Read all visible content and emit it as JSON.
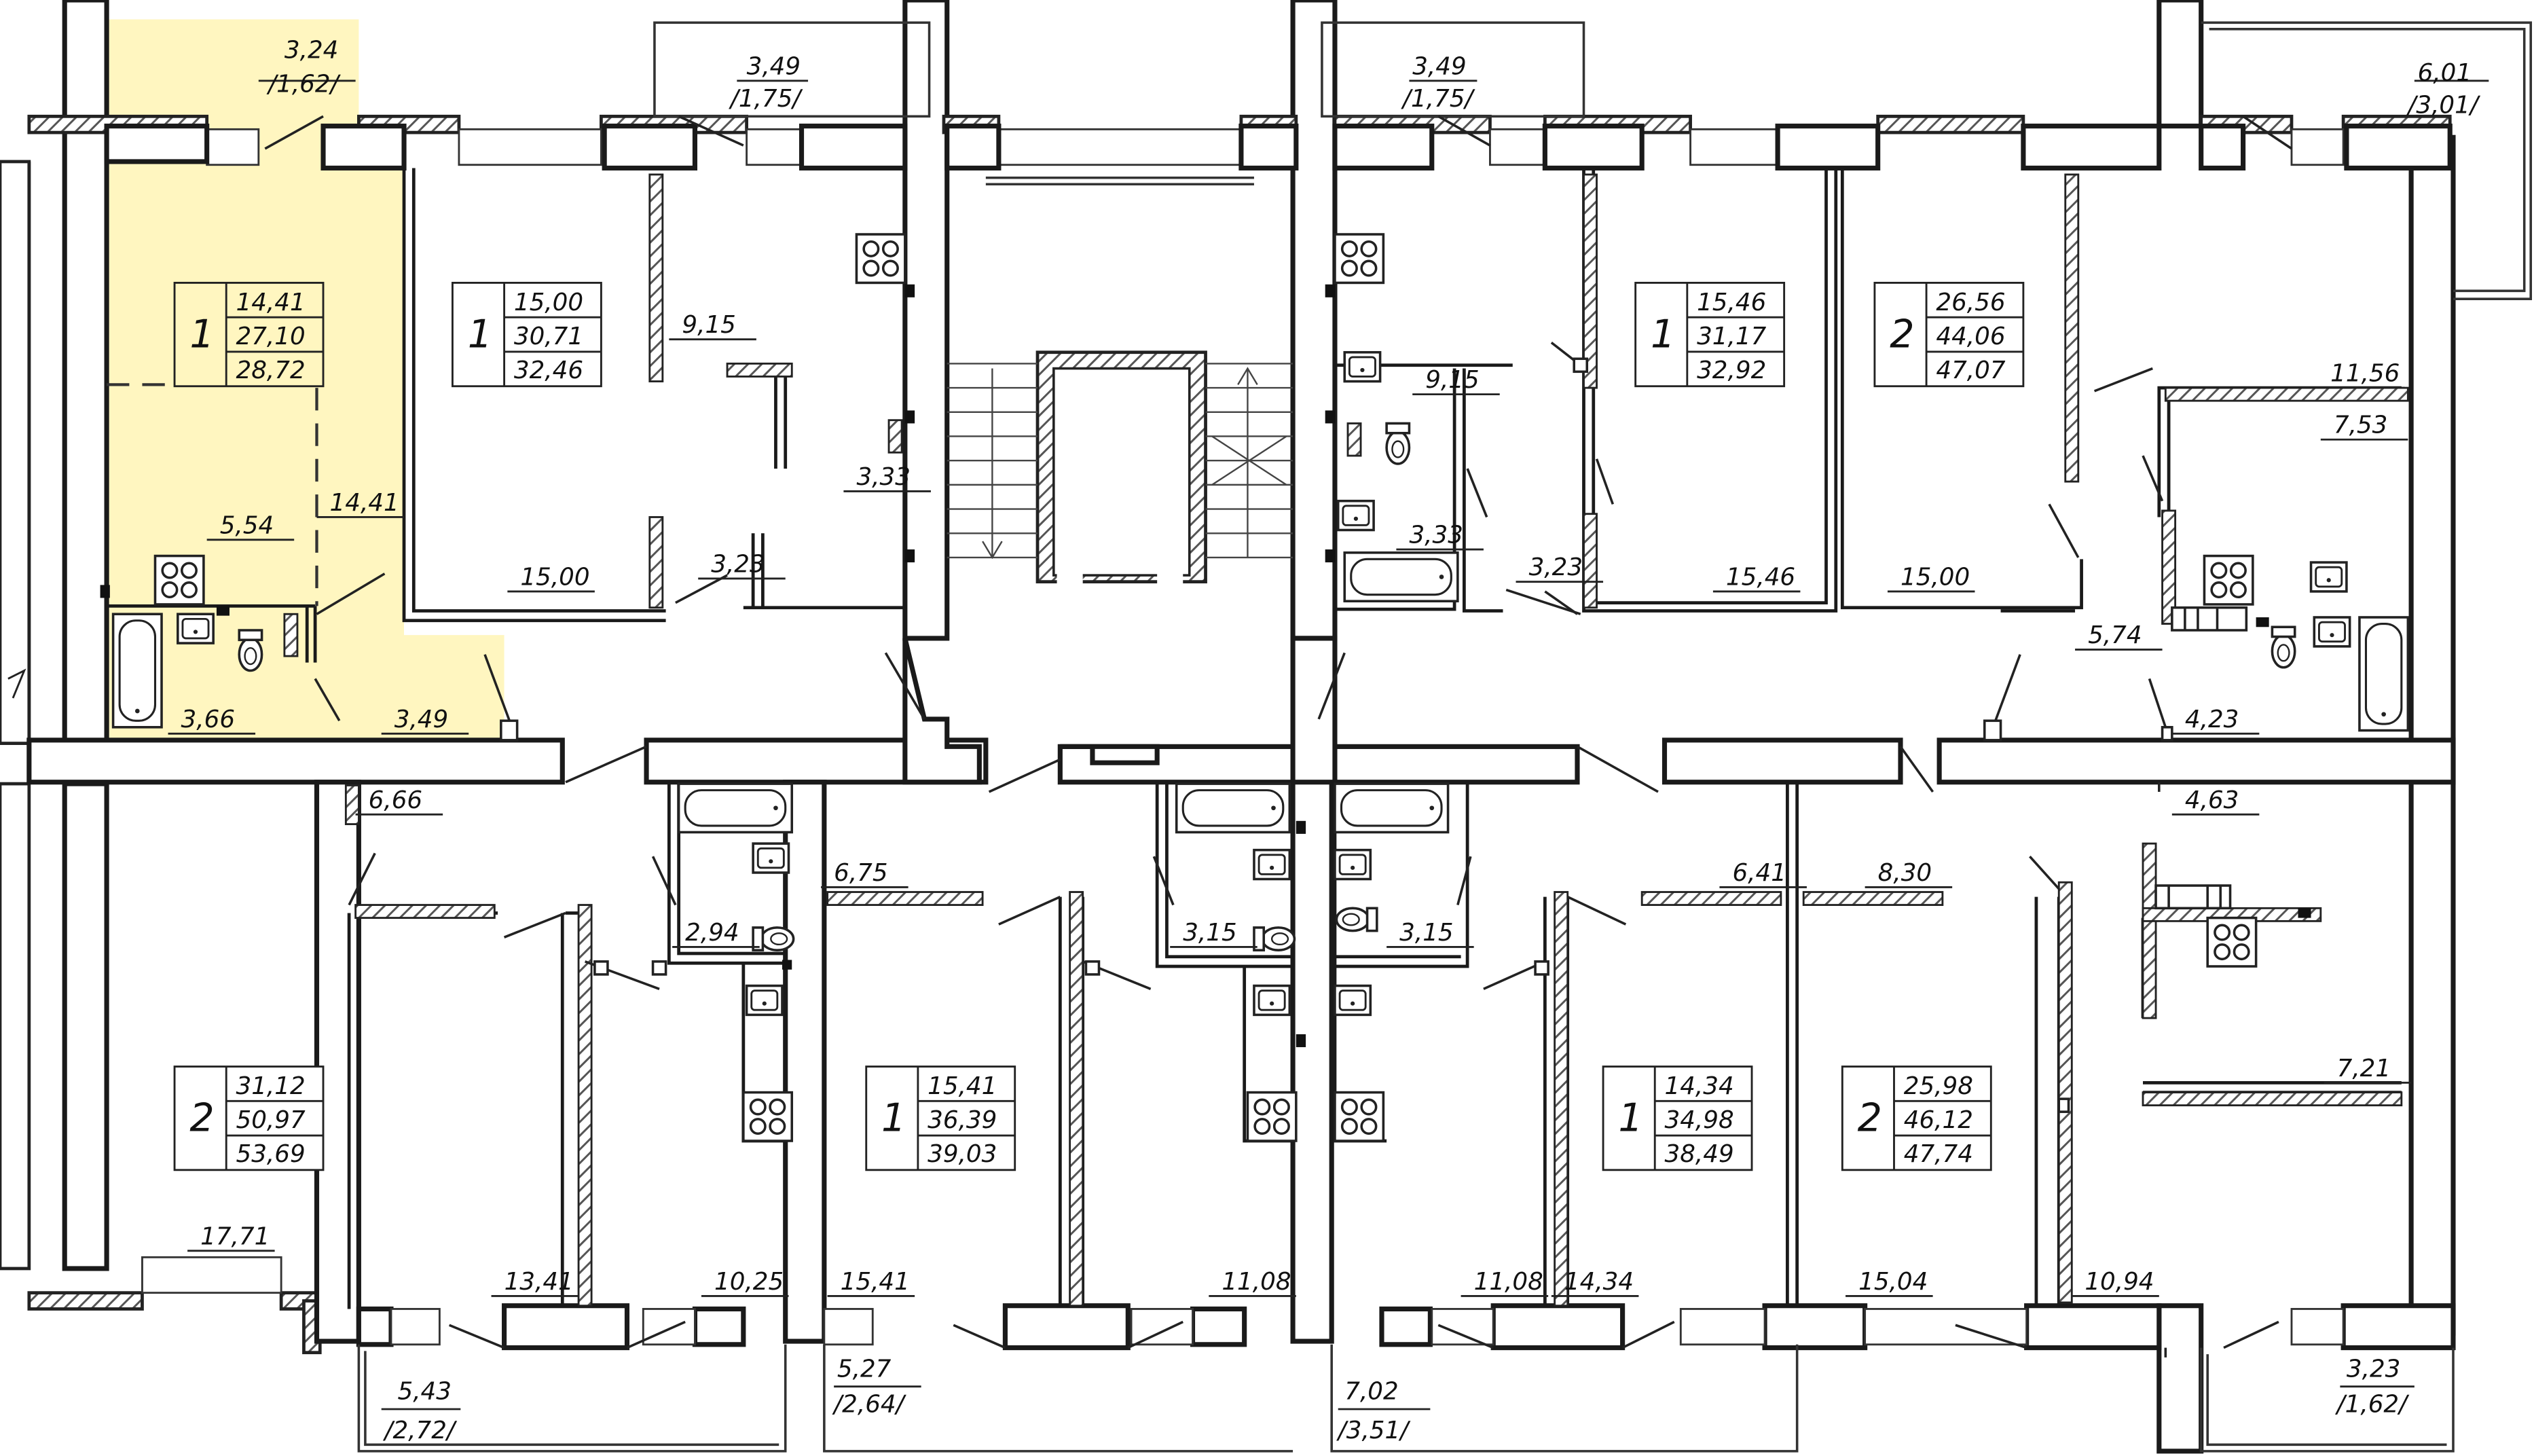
{
  "colors": {
    "highlight": "#FFF6C0",
    "wall": "#1a1a1a",
    "hatch": "#666666"
  },
  "apartments": [
    {
      "id": "top-left-1room",
      "rooms": "1",
      "living": "14,41",
      "total": "27,10",
      "total_with_balcony": "28,72",
      "highlighted": true
    },
    {
      "id": "top-1room-a",
      "rooms": "1",
      "living": "15,00",
      "total": "30,71",
      "total_with_balcony": "32,46",
      "highlighted": false
    },
    {
      "id": "top-1room-b",
      "rooms": "1",
      "living": "15,46",
      "total": "31,17",
      "total_with_balcony": "32,92",
      "highlighted": false
    },
    {
      "id": "top-right-2room",
      "rooms": "2",
      "living": "26,56",
      "total": "44,06",
      "total_with_balcony": "47,07",
      "highlighted": false
    },
    {
      "id": "bottom-left-2room",
      "rooms": "2",
      "living": "31,12",
      "total": "50,97",
      "total_with_balcony": "53,69",
      "highlighted": false
    },
    {
      "id": "bottom-1room-a",
      "rooms": "1",
      "living": "15,41",
      "total": "36,39",
      "total_with_balcony": "39,03",
      "highlighted": false
    },
    {
      "id": "bottom-1room-b",
      "rooms": "1",
      "living": "14,34",
      "total": "34,98",
      "total_with_balcony": "38,49",
      "highlighted": false
    },
    {
      "id": "bottom-right-2room",
      "rooms": "2",
      "living": "25,98",
      "total": "46,12",
      "total_with_balcony": "47,74",
      "highlighted": false
    }
  ],
  "balconies": [
    {
      "id": "balcony-top-1",
      "area": "3,24",
      "reduced": "/1,62/"
    },
    {
      "id": "balcony-top-2",
      "area": "3,49",
      "reduced": "/1,75/"
    },
    {
      "id": "balcony-top-3",
      "area": "3,49",
      "reduced": "/1,75/"
    },
    {
      "id": "balcony-top-4",
      "area": "6,01",
      "reduced": "/3,01/"
    },
    {
      "id": "balcony-bottom-1",
      "area": "5,43",
      "reduced": "/2,72/"
    },
    {
      "id": "balcony-bottom-2",
      "area": "5,27",
      "reduced": "/2,64/"
    },
    {
      "id": "balcony-bottom-3",
      "area": "7,02",
      "reduced": "/3,51/"
    },
    {
      "id": "balcony-bottom-4",
      "area": "3,23",
      "reduced": "/1,62/"
    }
  ],
  "room_areas": [
    {
      "id": "a1-kitchen",
      "value": "5,54"
    },
    {
      "id": "a1-room",
      "value": "14,41"
    },
    {
      "id": "a1-bath",
      "value": "3,66"
    },
    {
      "id": "a1-hall",
      "value": "3,49"
    },
    {
      "id": "a2-kitchen",
      "value": "9,15"
    },
    {
      "id": "a2-room",
      "value": "15,00"
    },
    {
      "id": "a2-hall",
      "value": "3,23"
    },
    {
      "id": "a2-bath",
      "value": "3,33"
    },
    {
      "id": "a3-kitchen",
      "value": "9,15"
    },
    {
      "id": "a3-bath",
      "value": "3,33"
    },
    {
      "id": "a3-hall",
      "value": "3,23"
    },
    {
      "id": "a3-room",
      "value": "15,46"
    },
    {
      "id": "a4-room-large",
      "value": "15,00"
    },
    {
      "id": "a4-kitchen",
      "value": "11,56"
    },
    {
      "id": "a4-room-small",
      "value": "7,53"
    },
    {
      "id": "a4-hall",
      "value": "5,74"
    },
    {
      "id": "a4-bath",
      "value": "4,23"
    },
    {
      "id": "b1-hall",
      "value": "6,66"
    },
    {
      "id": "b1-room-a",
      "value": "17,71"
    },
    {
      "id": "b1-room-b",
      "value": "13,41"
    },
    {
      "id": "b1-kitchen",
      "value": "10,25"
    },
    {
      "id": "b1-bath",
      "value": "2,94"
    },
    {
      "id": "b2-hall",
      "value": "6,75"
    },
    {
      "id": "b2-bath",
      "value": "3,15"
    },
    {
      "id": "b2-room",
      "value": "15,41"
    },
    {
      "id": "b2-kitchen",
      "value": "11,08"
    },
    {
      "id": "b3-bath",
      "value": "3,15"
    },
    {
      "id": "b3-hall",
      "value": "6,41"
    },
    {
      "id": "b3-kitchen",
      "value": "11,08"
    },
    {
      "id": "b3-room",
      "value": "14,34"
    },
    {
      "id": "b4-hall",
      "value": "8,30"
    },
    {
      "id": "b4-room-a",
      "value": "15,04"
    },
    {
      "id": "b4-room-b",
      "value": "10,94"
    },
    {
      "id": "b4-bath",
      "value": "4,63"
    },
    {
      "id": "b4-kitchen",
      "value": "7,21"
    }
  ]
}
